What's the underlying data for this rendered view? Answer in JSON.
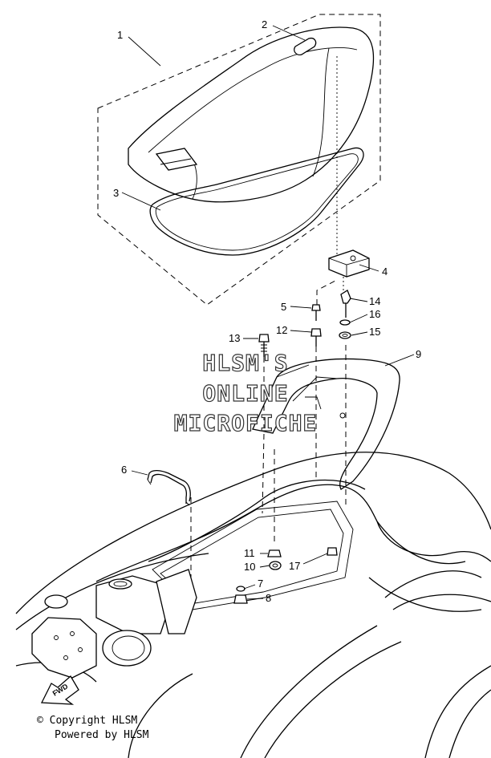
{
  "watermark": {
    "line1": "HLSM'S",
    "line2": "ONLINE",
    "line3": "MICROFICHE"
  },
  "callouts": [
    "1",
    "2",
    "3",
    "4",
    "5",
    "6",
    "7",
    "8",
    "9",
    "10",
    "11",
    "12",
    "13",
    "14",
    "15",
    "16",
    "17"
  ],
  "direction_tag": "FWD",
  "footer": {
    "copyright": "© Copyright HLSM",
    "powered": "Powered by HLSM"
  }
}
